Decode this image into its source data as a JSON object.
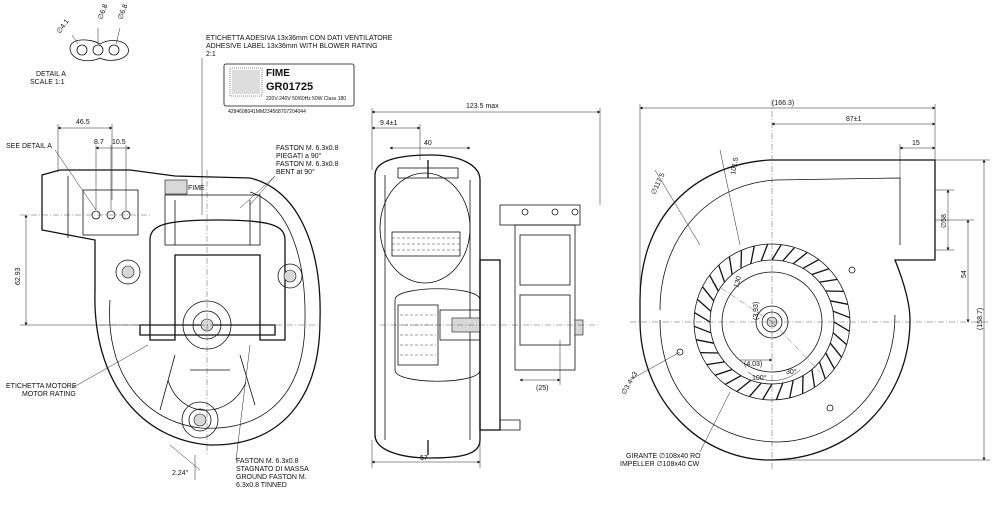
{
  "detail_a": {
    "d1": "∅4.1",
    "d2": "∅6.8",
    "d3": "∅6.8",
    "label": "DETAIL  A",
    "scale": "SCALE  1:1"
  },
  "label_note": {
    "line1": "ETICHETTA ADESIVA 13x36mm CON DATI VENTILATORE",
    "line2": "ADHESIVE LABEL 13x36mm WITH BLOWER RATING",
    "line3": "2:1"
  },
  "rating_label": {
    "brand": "FIME",
    "model": "GR01725",
    "specs": "220V-240V  50/60Hz  50W  Class 180",
    "barcode": "4284608041MM234568707204044"
  },
  "front_view": {
    "see_detail": "SEE DETAIL    A",
    "dim_top": "46.5",
    "dim_a": "8.7",
    "dim_b": "10.5",
    "dim_side": "62.93",
    "dim_bottom": "2.24°",
    "label_brand": "FIME",
    "faston1": [
      "FASTON M. 6.3x0.8",
      "PIEGATI a 90°",
      "FASTON M. 6.3x0.8",
      "BENT at 90°"
    ],
    "motor_label": [
      "ETICHETTA MOTORE",
      "MOTOR RATING"
    ],
    "faston2": [
      "FASTON M. 6.3x0.8",
      "STAGNATO DI MASSA",
      "GROUND FASTON M.",
      "6.3x0.8 TINNED"
    ]
  },
  "side_view": {
    "max": "123.5  max",
    "d1": "9.4±1",
    "d2": "40",
    "d3": "(25)",
    "d4": "57"
  },
  "right_view": {
    "overall": "(166.3)",
    "d87": "87±1",
    "d15": "15",
    "dia1175": "∅117.5",
    "r1015": "101.5",
    "d58": "∅58",
    "d54": "54",
    "d1587": "(158.7)",
    "r130": "130",
    "d393": "(3.93)",
    "d403": "(4.03)",
    "a100": "100°",
    "a30": "30°",
    "holes": "∅3.4 x3",
    "impeller": [
      "GIRANTE  ∅108x40 RO",
      "IMPELLER ∅108x40 CW"
    ]
  }
}
